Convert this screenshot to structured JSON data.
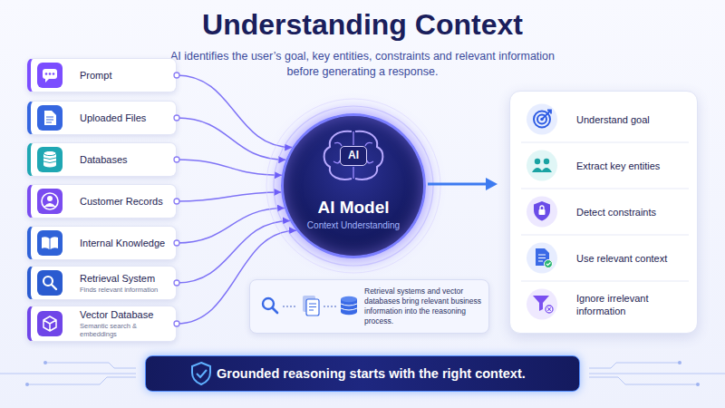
{
  "diagram": {
    "title": "Understanding Context",
    "nodes": [
      {
        "text": [
          "Prompt"
        ]
      },
      {
        "text": [
          "Uploaded Files"
        ]
      },
      {
        "text": [
          "Databases"
        ]
      },
      {
        "text": [
          "Customer Records"
        ]
      },
      {
        "text": [
          "Internal Knowledge"
        ]
      },
      {
        "text": [
          "Retrieval System",
          "Finds relevant information"
        ]
      },
      {
        "text": [
          "Vector Database",
          "Semantic search & embeddings"
        ]
      },
      {
        "text": [
          "AI",
          "AI Model",
          "Context Understanding"
        ]
      },
      {
        "text": [
          "Understand goal"
        ]
      },
      {
        "text": [
          "Extract key entities"
        ]
      },
      {
        "text": [
          "Detect constraints"
        ]
      },
      {
        "text": [
          "Use relevant context"
        ]
      },
      {
        "text": [
          "Ignore irrelevant information"
        ]
      },
      {
        "text": [
          "Retrieval systems and vector databases bring relevant business information into the reasoning process."
        ]
      },
      {
        "text": [
          "Grounded reasoning starts with the right context."
        ]
      }
    ],
    "edges": [
      {
        "from": 0,
        "to": 7,
        "arrow": "to"
      },
      {
        "from": 1,
        "to": 7,
        "arrow": "to"
      },
      {
        "from": 2,
        "to": 7,
        "arrow": "to"
      },
      {
        "from": 3,
        "to": 7,
        "arrow": "to"
      },
      {
        "from": 4,
        "to": 7,
        "arrow": "to"
      },
      {
        "from": 5,
        "to": 7,
        "arrow": "to"
      },
      {
        "from": 6,
        "to": 7,
        "arrow": "to"
      }
    ],
    "labels": [
      "AI identifies the user’s goal, key entities, constraints and relevant information before generating a response."
    ]
  }
}
